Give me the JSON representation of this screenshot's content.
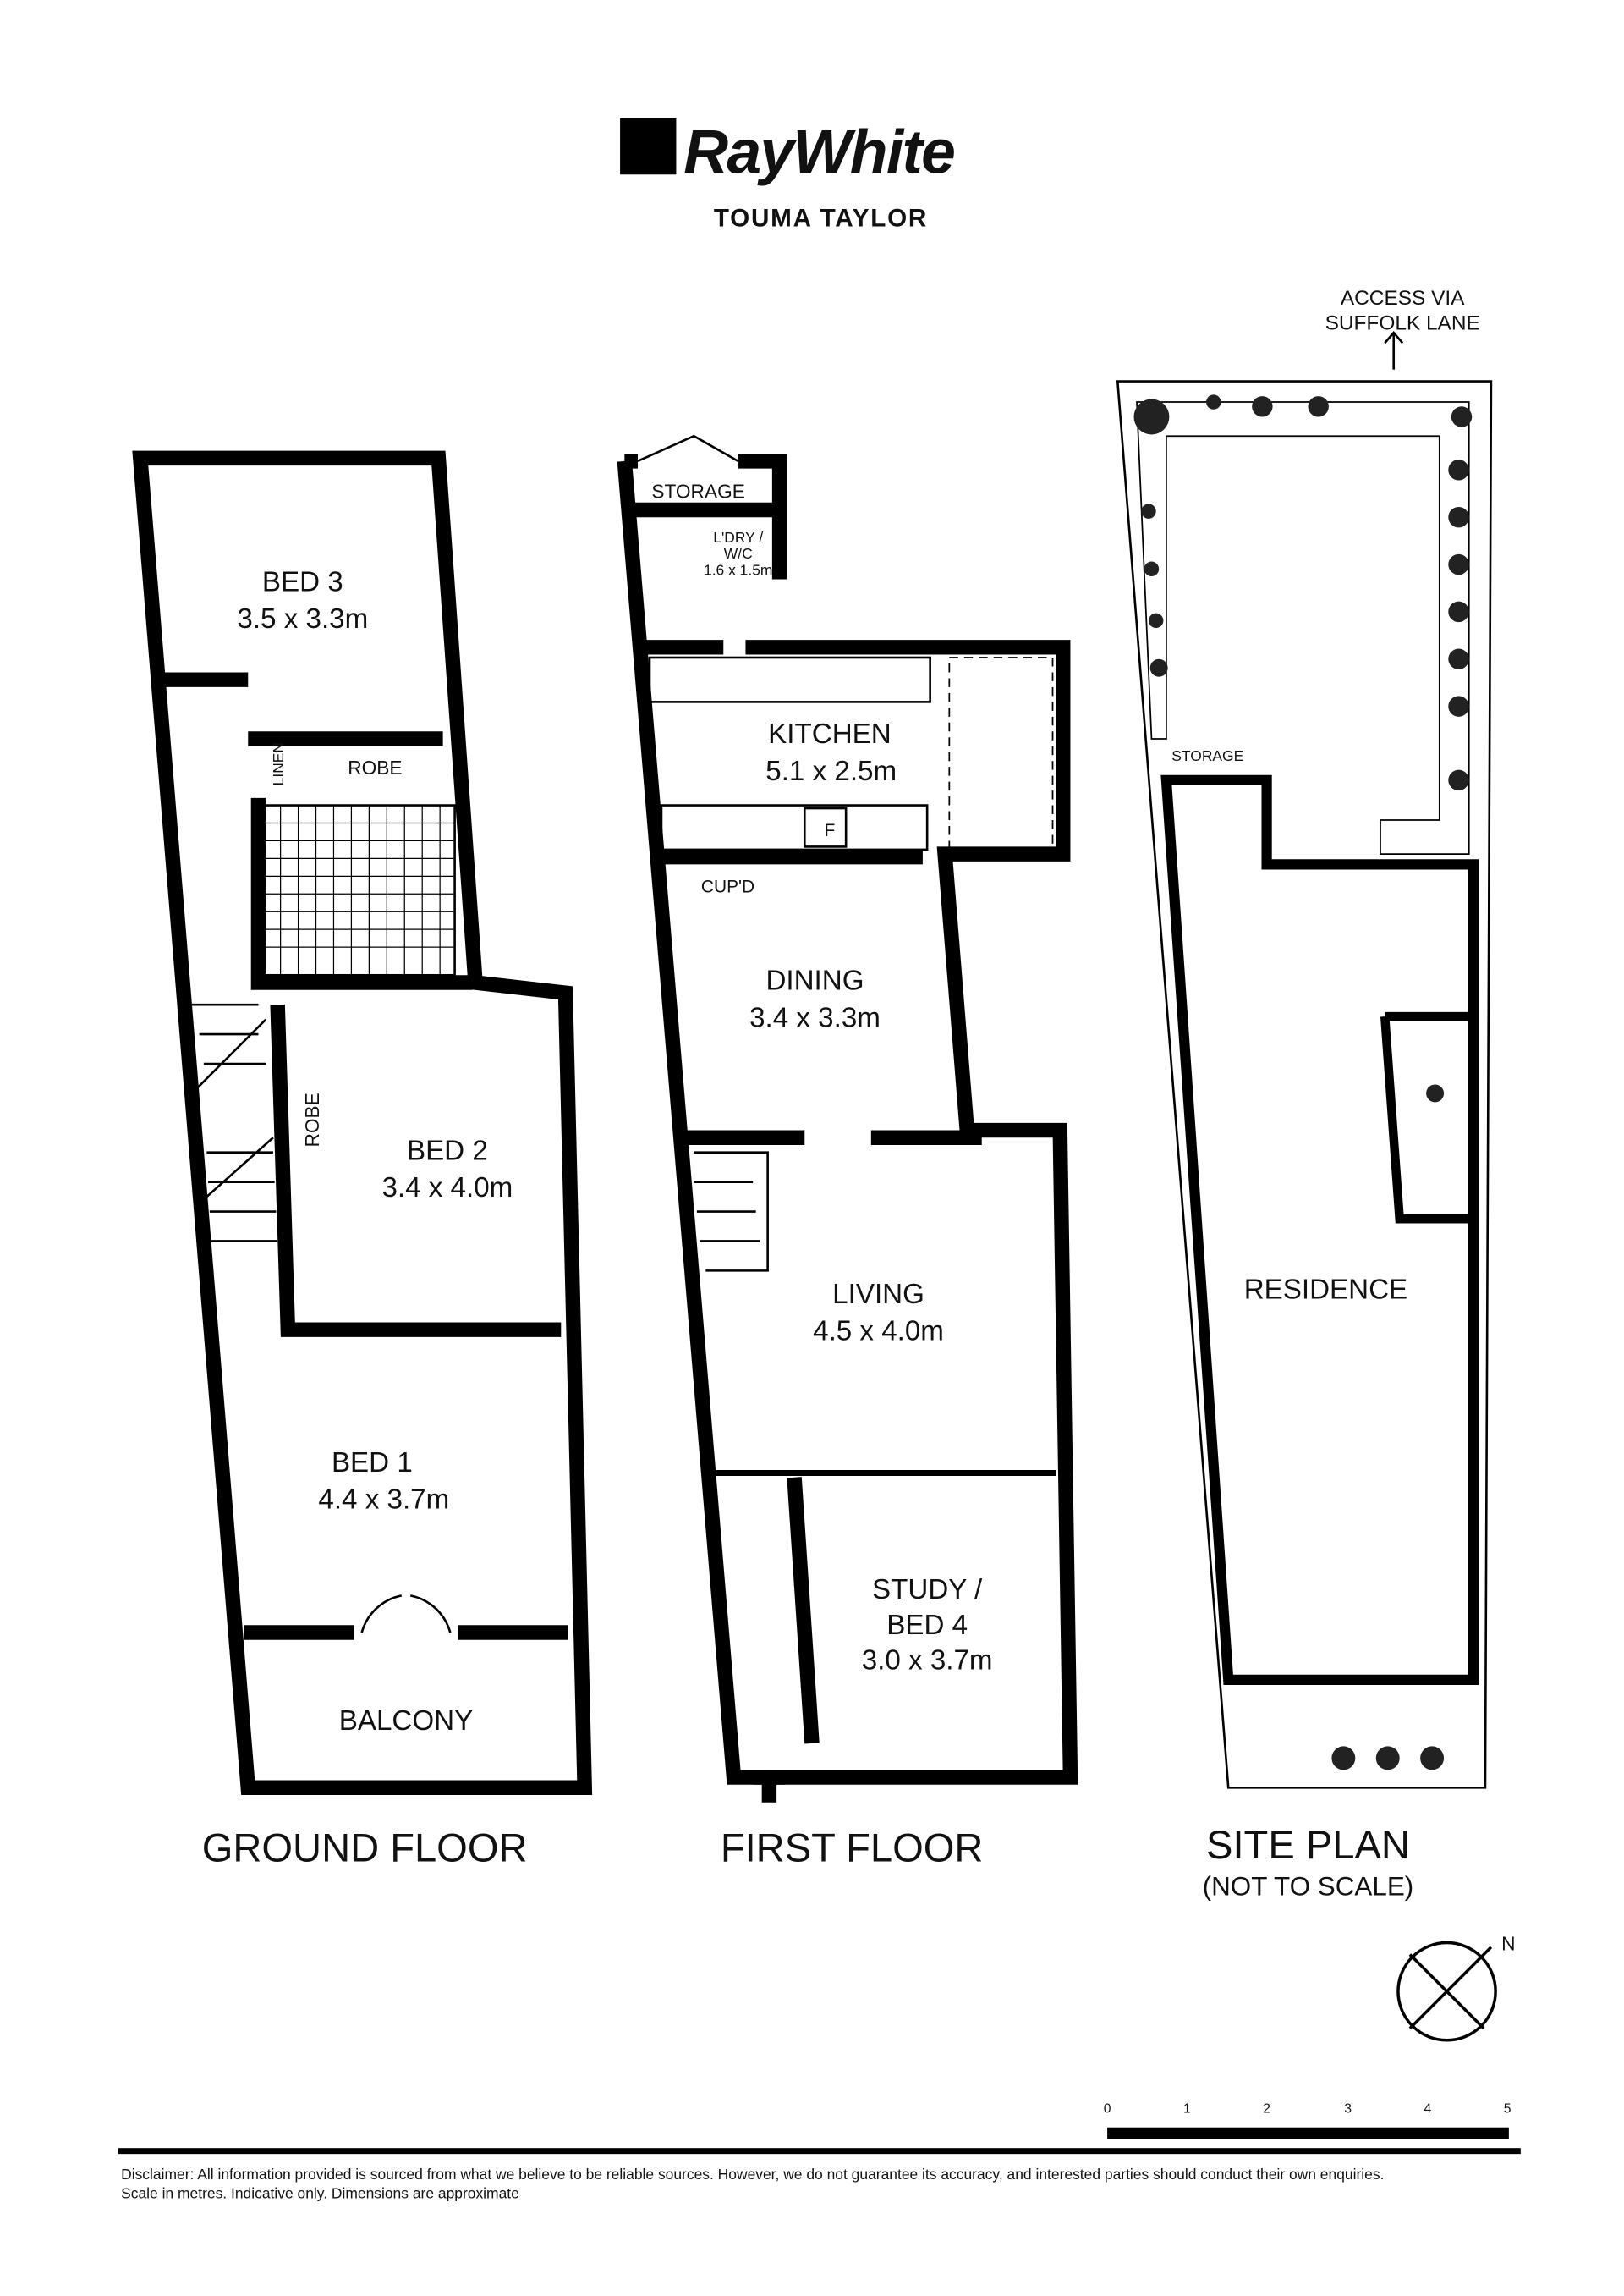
{
  "brand": {
    "logo_text": "RayWhite",
    "office": "TOUMA TAYLOR"
  },
  "ground_floor": {
    "title": "GROUND FLOOR",
    "rooms": [
      {
        "name": "BED 3",
        "size": "3.5 x 3.3m"
      },
      {
        "name": "BED 2",
        "size": "3.4 x 4.0m"
      },
      {
        "name": "BED 1",
        "size": "4.4 x 3.7m"
      },
      {
        "name": "BALCONY"
      }
    ],
    "labels": {
      "linen": "LINEN",
      "robe_1": "ROBE",
      "robe_2": "ROBE"
    }
  },
  "first_floor": {
    "title": "FIRST FLOOR",
    "rooms": [
      {
        "name": "KITCHEN",
        "size": "5.1 x 2.5m"
      },
      {
        "name": "DINING",
        "size": "3.4 x 3.3m"
      },
      {
        "name": "LIVING",
        "size": "4.5 x 4.0m"
      },
      {
        "name_line1": "STUDY /",
        "name_line2": "BED 4",
        "size": "3.0 x 3.7m"
      }
    ],
    "labels": {
      "storage": "STORAGE",
      "laundry_line1": "L'DRY /",
      "laundry_line2": "W/C",
      "laundry_size": "1.6 x 1.5m",
      "cupboard": "CUP'D",
      "fridge": "F"
    }
  },
  "site_plan": {
    "title": "SITE PLAN",
    "subtitle": "(NOT TO SCALE)",
    "access_line1": "ACCESS VIA",
    "access_line2": "SUFFOLK LANE",
    "storage": "STORAGE",
    "residence": "RESIDENCE"
  },
  "compass": {
    "north": "N"
  },
  "scale_bar": {
    "ticks": [
      "0",
      "1",
      "2",
      "3",
      "4",
      "5"
    ]
  },
  "disclaimer": {
    "line1": "Disclaimer: All information provided is sourced from what we believe to be reliable sources. However, we do not guarantee  its accuracy, and interested parties should conduct their own enquiries.",
    "line2": "Scale in metres. Indicative only. Dimensions are approximate"
  }
}
